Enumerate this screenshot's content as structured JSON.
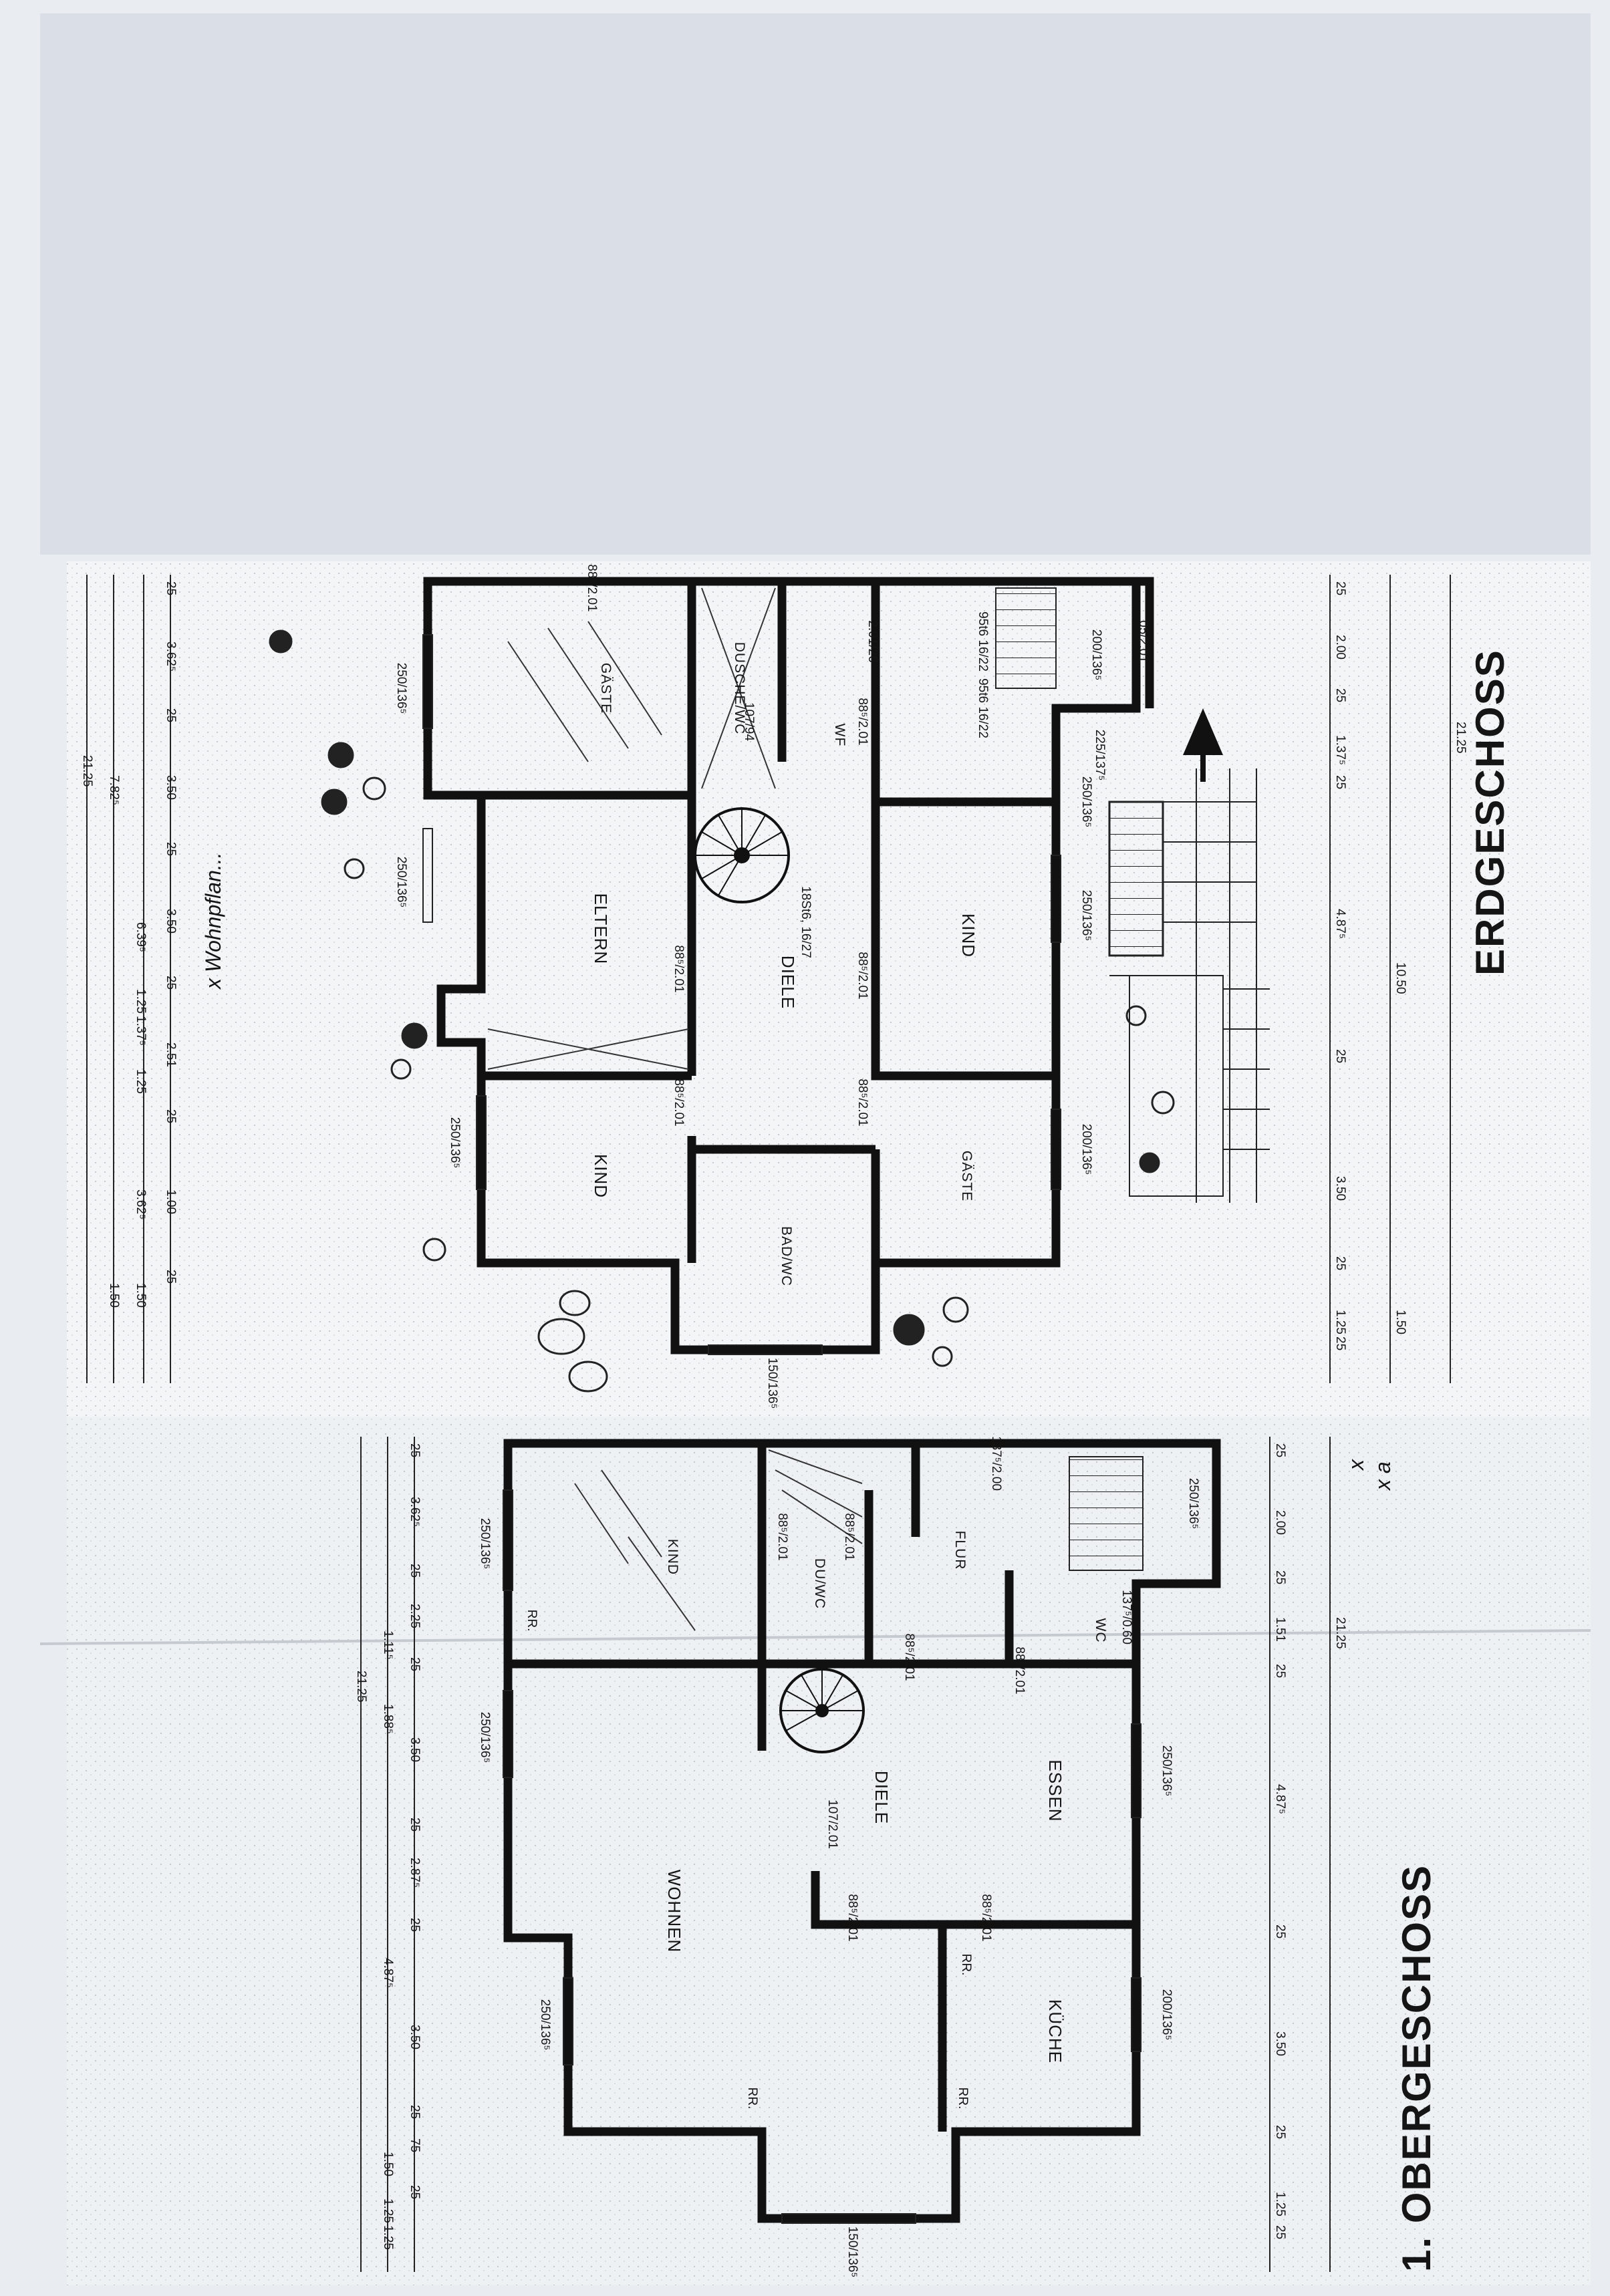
{
  "titles": {
    "ground_floor": "ERDGESCHOSS",
    "upper_floor": "1. OBERGESCHOSS"
  },
  "handwritten_note": "x Wohnpflan...",
  "handwritten_marks": [
    "x",
    "x a"
  ],
  "ground_floor": {
    "rooms": {
      "gaste_top": "GÄSTE",
      "dusche_wc": "DUSCHE/WC",
      "wf": "WF",
      "eltern": "ELTERN",
      "diele": "DIELE",
      "kind_right": "KIND",
      "kind_left": "KIND",
      "bad_wc": "BAD/WC",
      "gaste_bottom": "GÄSTE"
    },
    "stair_label": "18St6, 16/27",
    "door_labels": [
      "88⁵/2.01",
      "107/94",
      "88⁵/2.01",
      "88⁵/2.01",
      "88⁵/2.01",
      "88⁵/2.01"
    ],
    "window_labels": [
      "250/136⁵",
      "250/136⁵",
      "250/136⁵",
      "250/136⁵",
      "200/136⁵",
      "200/136⁵",
      "250/136⁵",
      "150/136⁵",
      "88⁵/2.01"
    ],
    "stair_small": [
      "95t6 16/22",
      "95t6 16/22"
    ],
    "misc_dims": [
      "225/137⁵",
      "05/2.01",
      "2.01/26"
    ],
    "dims_top_row1": [
      "25",
      "3.62⁵",
      "25",
      "3.50",
      "25",
      "3.50",
      "25",
      "2.51",
      "25",
      "1.00",
      "25"
    ],
    "dims_top_row2": [
      "1.50",
      "1.50",
      "1.25",
      "3.62⁵",
      "1.25",
      "1.37⁵",
      "6.39⁵",
      "7.82⁵"
    ],
    "dims_top_total": "21.25",
    "dims_bottom_row1": [
      "25",
      "1.25",
      "25",
      "3.50",
      "25",
      "4.87⁵",
      "25",
      "1.37⁵",
      "25",
      "2.00",
      "25"
    ],
    "dims_bottom_row2": [
      "1.50",
      "10.50",
      "21.25"
    ]
  },
  "upper_floor": {
    "rooms": {
      "kind": "KIND",
      "du_wc": "DU/WC",
      "flur": "FLUR",
      "wc": "WC",
      "wohnen": "WOHNEN",
      "diele": "DIELE",
      "essen": "ESSEN",
      "kuche": "KÜCHE"
    },
    "rr_labels": [
      "RR.",
      "RR.",
      "RR.",
      "RR."
    ],
    "door_labels": [
      "88⁵/2.01",
      "88⁵/2.01",
      "88⁵/2.01",
      "88⁵/2.01",
      "107/2.01",
      "88⁵/2.01",
      "88⁵/2.01",
      "137⁵/2.00"
    ],
    "window_labels": [
      "250/136⁵",
      "250/136⁵",
      "250/136⁵",
      "250/136⁵",
      "200/136⁵",
      "150/136⁵",
      "137⁵/0.60",
      "250/136⁵"
    ],
    "dims_top_row1": [
      "25",
      "3.62⁵",
      "25",
      "2.25",
      "25",
      "3.50",
      "25",
      "2.87⁵",
      "25",
      "3.50",
      "25",
      "75",
      "25"
    ],
    "dims_top_row2": [
      "1.50",
      "1.25",
      "1.25",
      "4.87⁵",
      "1.88⁵",
      "1.11⁵"
    ],
    "dims_top_total": "21.25",
    "dims_bottom_row1": [
      "25",
      "1.25",
      "25",
      "3.50",
      "25",
      "4.87⁵",
      "25",
      "1.51",
      "25",
      "2.00",
      "25"
    ],
    "dims_bottom_total": "21.25"
  },
  "colors": {
    "paper": "#e9ecf0",
    "ink": "#111111",
    "scan_band": "#d6dbe2"
  }
}
